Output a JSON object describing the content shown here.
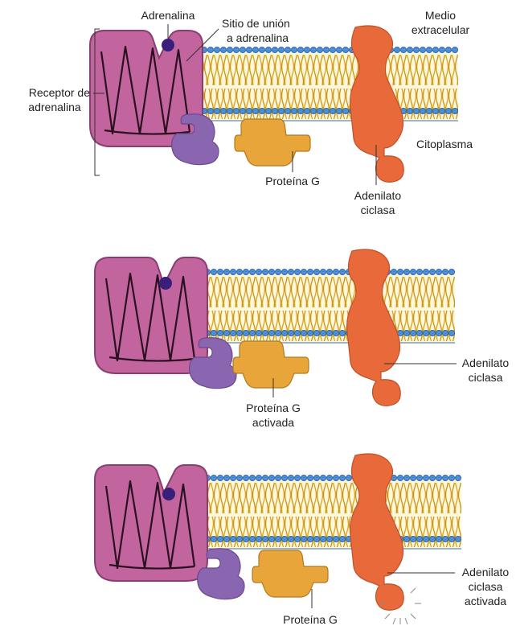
{
  "colors": {
    "receptor": "#C2649E",
    "receptor_outline": "#6E2A56",
    "g_protein": "#E8A53A",
    "adenylate_cyclase": "#E86A3A",
    "gbg_subunit": "#8A66B0",
    "adrenaline": "#3A1F7A",
    "lipid_head": "#4A90D9",
    "lipid_tail": "#D9A520"
  },
  "icons": {
    "adrenaline": "adrenaline-molecule-icon",
    "activation": "activation-burst-icon"
  },
  "panels": [
    {
      "labels": {
        "adrenalina": "Adrenalina",
        "sitio_line1": "Sitio de unión",
        "sitio_line2": "a adrenalina",
        "medio_line1": "Medio",
        "medio_line2": "extracelular",
        "receptor_line1": "Receptor de",
        "receptor_line2": "adrenalina",
        "citoplasma": "Citoplasma",
        "proteina_g": "Proteína G",
        "adenilato_line1": "Adenilato",
        "adenilato_line2": "ciclasa"
      }
    },
    {
      "labels": {
        "proteina_g_line1": "Proteína G",
        "proteina_g_line2": "activada",
        "adenilato_line1": "Adenilato",
        "adenilato_line2": "ciclasa"
      }
    },
    {
      "labels": {
        "proteina_g": "Proteína G",
        "adenilato_line1": "Adenilato",
        "adenilato_line2": "ciclasa",
        "adenilato_line3": "activada"
      }
    }
  ]
}
